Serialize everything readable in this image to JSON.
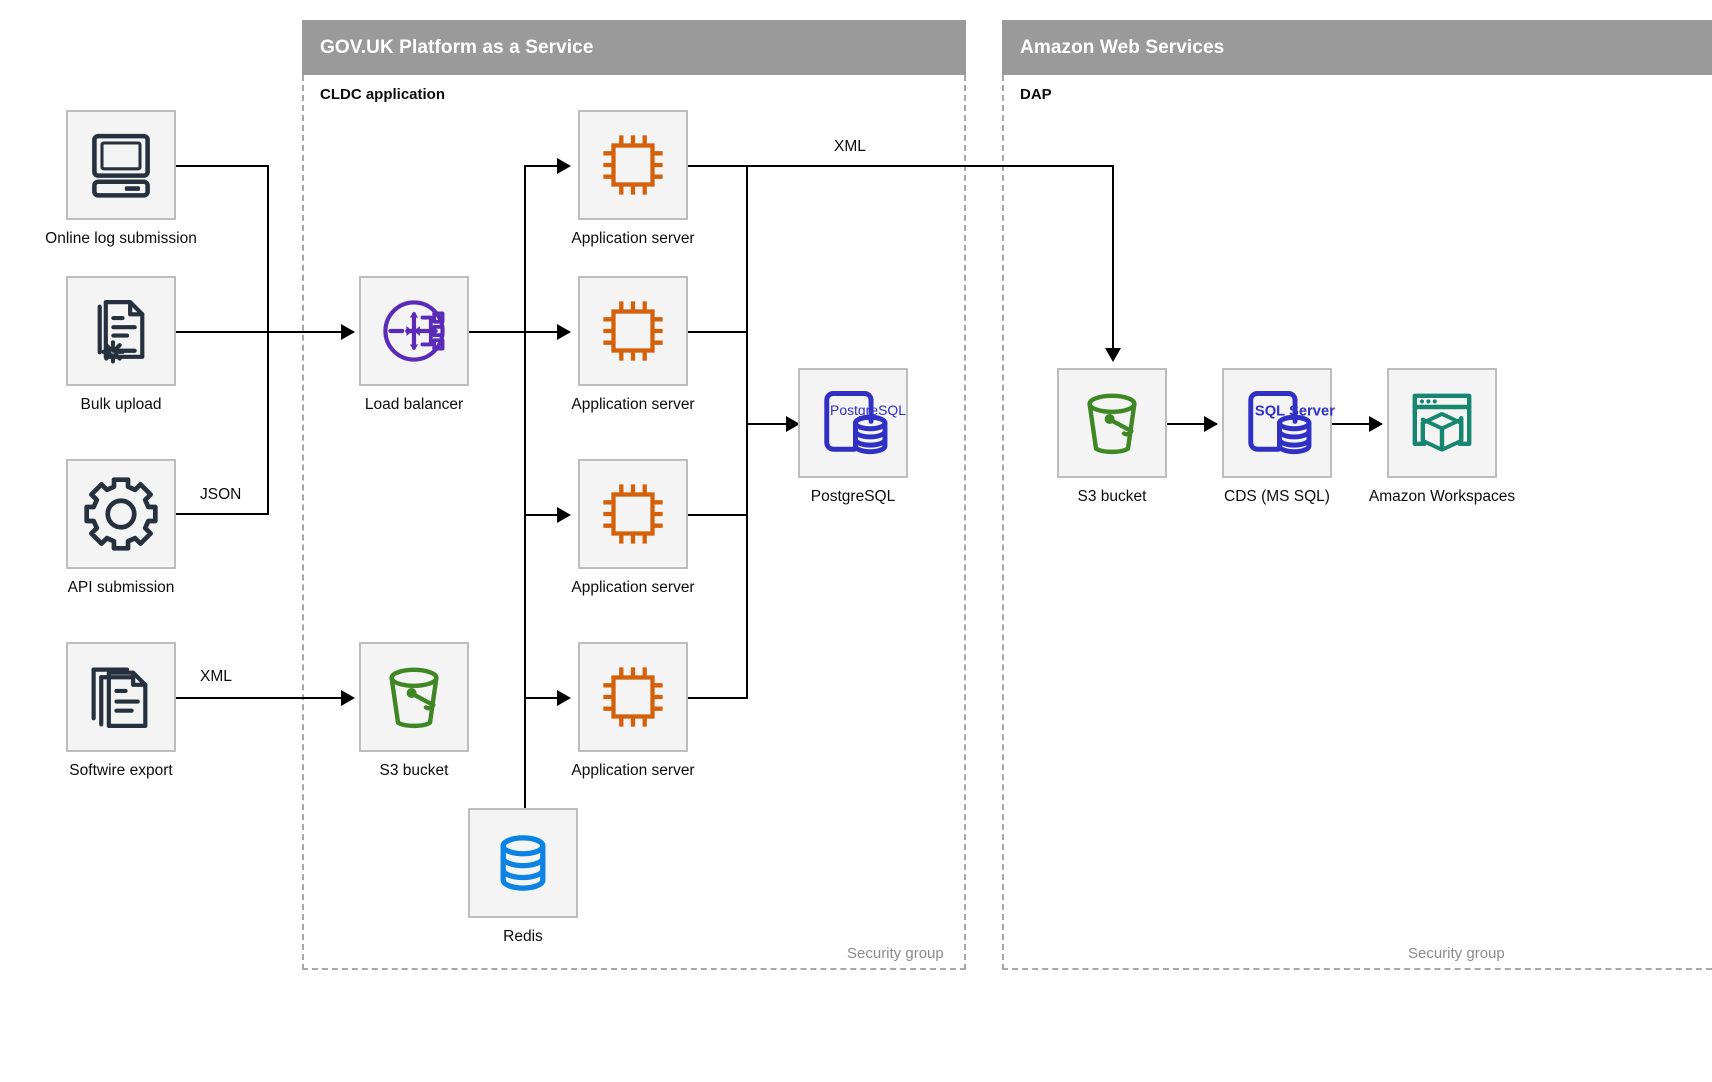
{
  "zones": [
    {
      "id": "paas",
      "title": "GOV.UK Platform as a Service",
      "subtitle": "CLDC application",
      "footer": "Security group"
    },
    {
      "id": "aws",
      "title": "Amazon Web Services",
      "subtitle": "DAP",
      "footer": "Security group"
    }
  ],
  "nodes": {
    "online_log": {
      "label": "Online log submission",
      "icon": "desktop-computer-icon",
      "color": "#26313d"
    },
    "bulk_upload": {
      "label": "Bulk upload",
      "icon": "document-gear-icon",
      "color": "#26313d"
    },
    "api_submission": {
      "label": "API submission",
      "icon": "gear-icon",
      "color": "#26313d"
    },
    "softwire_export": {
      "label": "Softwire export",
      "icon": "document-stack-icon",
      "color": "#26313d"
    },
    "load_balancer": {
      "label": "Load balancer",
      "icon": "load-balancer-icon",
      "color": "#5a2ab8"
    },
    "app_server_1": {
      "label": "Application server",
      "icon": "cpu-chip-icon",
      "color": "#d4610a"
    },
    "app_server_2": {
      "label": "Application server",
      "icon": "cpu-chip-icon",
      "color": "#d4610a"
    },
    "app_server_3": {
      "label": "Application server",
      "icon": "cpu-chip-icon",
      "color": "#d4610a"
    },
    "app_server_4": {
      "label": "Application server",
      "icon": "cpu-chip-icon",
      "color": "#d4610a"
    },
    "postgresql": {
      "label": "PostgreSQL",
      "icon": "postgresql-database-icon",
      "badge": "PostgreSQL",
      "color": "#3030c4"
    },
    "s3_paas": {
      "label": "S3 bucket",
      "icon": "s3-bucket-icon",
      "color": "#3f8624"
    },
    "redis": {
      "label": "Redis",
      "icon": "redis-database-icon",
      "color": "#0b83e5"
    },
    "s3_aws": {
      "label": "S3 bucket",
      "icon": "s3-bucket-icon",
      "color": "#3f8624"
    },
    "cds": {
      "label": "CDS (MS SQL)",
      "icon": "sql-server-database-icon",
      "badge": "SQL Server",
      "color": "#3030c4"
    },
    "workspaces": {
      "label": "Amazon Workspaces",
      "icon": "amazon-workspaces-icon",
      "color": "#16876e"
    }
  },
  "edge_labels": {
    "json": "JSON",
    "xml_softwire": "XML",
    "xml_export": "XML"
  },
  "colors": {
    "zone_header_bg": "#9a9a9a",
    "zone_header_text": "#ffffff",
    "tile_bg": "#f4f4f4",
    "tile_border": "#bdbdbd",
    "dashed_border": "#a8a8a8",
    "connector": "#000000",
    "security_group_text": "#8b8b8b"
  }
}
